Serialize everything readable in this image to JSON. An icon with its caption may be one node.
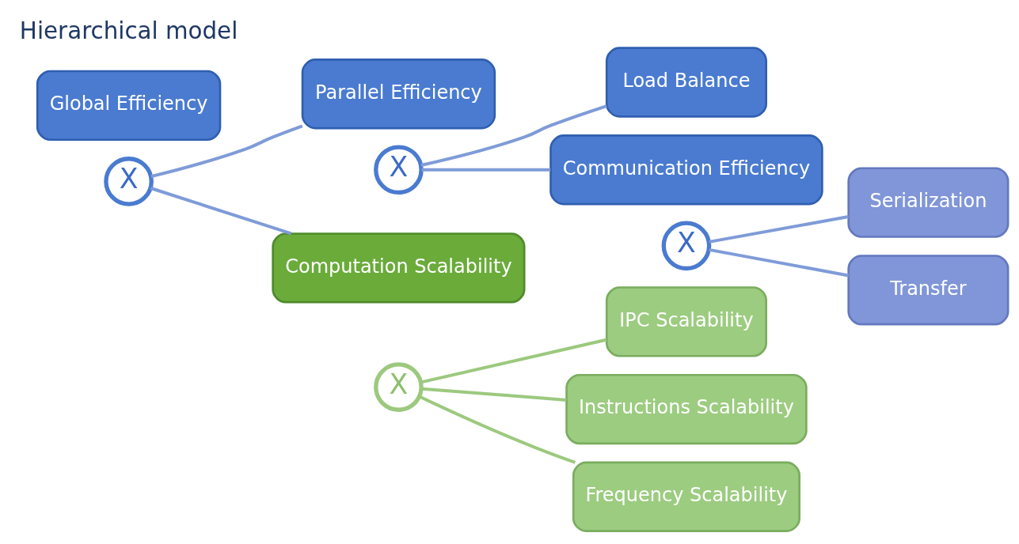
{
  "diagram": {
    "nodes": [
      {
        "text": [
          "Global Efficiency"
        ]
      },
      {
        "text": [
          "X"
        ]
      },
      {
        "text": [
          "Parallel Efficiency"
        ]
      },
      {
        "text": [
          "X"
        ]
      },
      {
        "text": [
          "Load Balance"
        ]
      },
      {
        "text": [
          "Communication Efficiency"
        ]
      },
      {
        "text": [
          "X"
        ]
      },
      {
        "text": [
          "Serialization"
        ]
      },
      {
        "text": [
          "Transfer"
        ]
      },
      {
        "text": [
          "Computation Scalability"
        ]
      },
      {
        "text": [
          "X"
        ]
      },
      {
        "text": [
          "IPC Scalability"
        ]
      },
      {
        "text": [
          "Instructions Scalability"
        ]
      },
      {
        "text": [
          "Frequency Scalability"
        ]
      }
    ],
    "edges": [
      {
        "from": 1,
        "to": 2,
        "arrow": "none"
      },
      {
        "from": 1,
        "to": 9,
        "arrow": "none"
      },
      {
        "from": 3,
        "to": 4,
        "arrow": "none"
      },
      {
        "from": 3,
        "to": 5,
        "arrow": "none"
      },
      {
        "from": 6,
        "to": 7,
        "arrow": "none"
      },
      {
        "from": 6,
        "to": 8,
        "arrow": "none"
      },
      {
        "from": 10,
        "to": 11,
        "arrow": "none",
        "color": "#9cc97e"
      },
      {
        "from": 10,
        "to": 12,
        "arrow": "none",
        "color": "#9cc97e"
      },
      {
        "from": 10,
        "to": 13,
        "arrow": "none",
        "color": "#9cc97e"
      }
    ],
    "labels": [
      "Hierarchical model"
    ]
  }
}
